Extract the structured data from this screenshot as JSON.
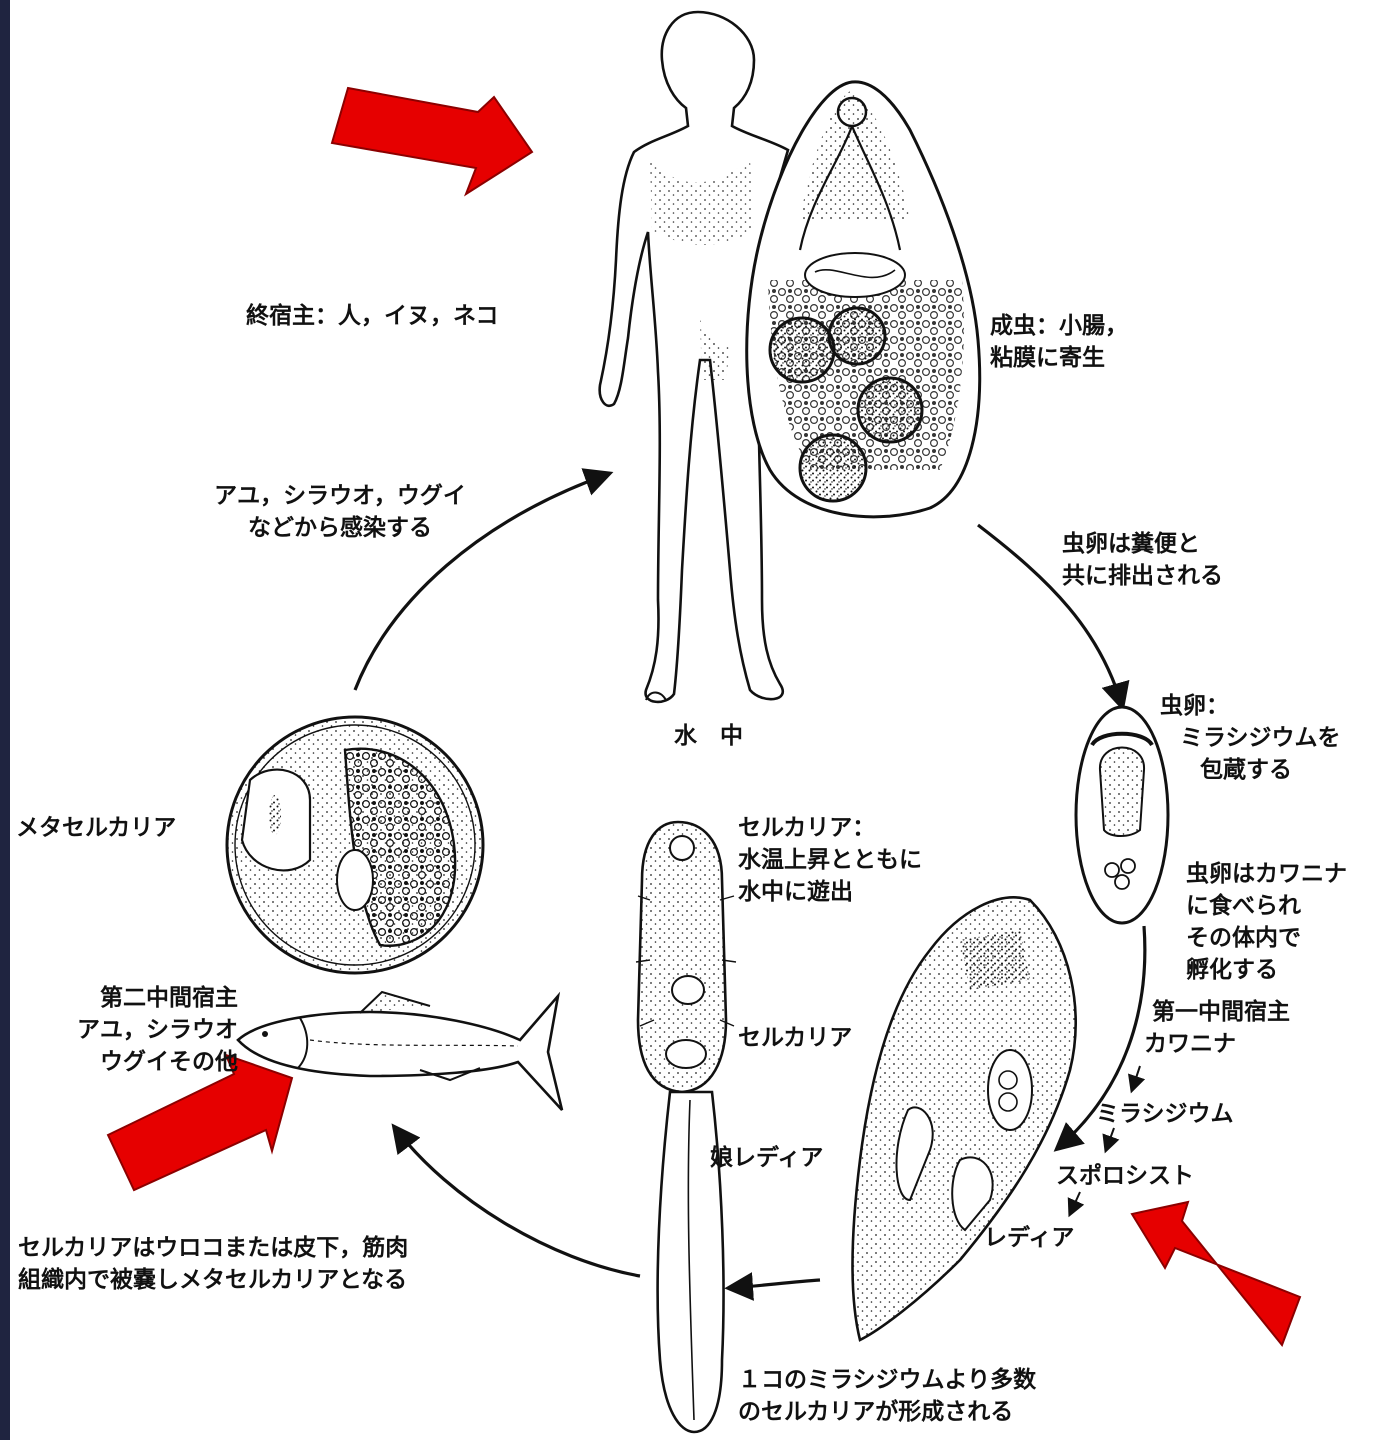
{
  "labels": {
    "definitive_host": "終宿主：人，イヌ，ネコ",
    "adult": [
      "成虫：小腸，",
      "粘膜に寄生"
    ],
    "infection_source": [
      "アユ，シラウオ，ウグイ",
      "などから感染する"
    ],
    "eggs_excreted": [
      "虫卵は糞便と",
      "共に排出される"
    ],
    "water": "水　中",
    "egg": [
      "虫卵：",
      "ミラシジウムを",
      "包蔵する"
    ],
    "metacercaria": "メタセルカリア",
    "cercaria_emerge": [
      "セルカリア：",
      "水温上昇とともに",
      "水中に遊出"
    ],
    "egg_eaten": [
      "虫卵はカワニナ",
      "に食べられ",
      "その体内で",
      "孵化する"
    ],
    "second_host": [
      "第二中間宿主",
      "アユ，シラウオ",
      "ウグイその他"
    ],
    "cercaria": "セルカリア",
    "first_host": [
      "第一中間宿主",
      "カワニナ"
    ],
    "miracidium": "ミラシジウム",
    "daughter_redia": "娘レディア",
    "sporocyst": "スポロシスト",
    "redia": "レディア",
    "encyst": [
      "セルカリアはウロコまたは皮下，筋肉",
      "組織内で被嚢しメタセルカリアとなる"
    ],
    "many_cercariae": [
      "１コのミラシジウムより多数",
      "のセルカリアが形成される"
    ]
  },
  "colors": {
    "slide_background": "#1f2440",
    "highlight_arrow": "#e60000",
    "ink": "#111111",
    "paper": "#ffffff"
  }
}
